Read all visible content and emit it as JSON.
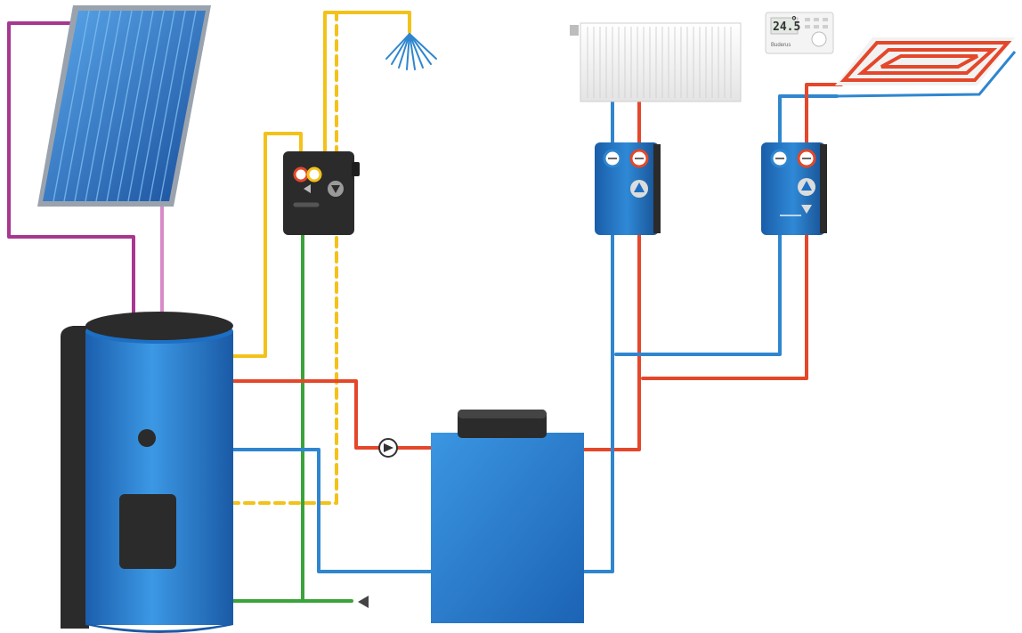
{
  "components": {
    "solar_panel": {
      "name": "solar-collector"
    },
    "storage_tank": {
      "name": "solar-storage-tank"
    },
    "boiler": {
      "name": "heating-boiler"
    },
    "fresh_water_station": {
      "name": "fresh-water-station"
    },
    "shower": {
      "name": "shower-head"
    },
    "radiator": {
      "name": "radiator"
    },
    "thermostat": {
      "name": "room-controller",
      "display": "24.5",
      "unit": "°",
      "brand": "Buderus"
    },
    "floor_heating": {
      "name": "underfloor-heating"
    },
    "pump_group_1": {
      "name": "heating-circuit-pump-group"
    },
    "pump_group_2": {
      "name": "mixed-circuit-pump-group"
    }
  },
  "colors": {
    "tank_blue": "#1d6fc4",
    "tank_light": "#3a95e0",
    "dark": "#2a2a2a",
    "hot": "#e4472a",
    "cold": "#2f86cf",
    "dhw": "#f3c21a",
    "solar_supply": "#a8378f",
    "solar_return": "#d98bc8",
    "cold_water": "#3aa33a"
  },
  "icons": [
    "pump-icon",
    "thermometer-icon",
    "arrow-icon"
  ]
}
